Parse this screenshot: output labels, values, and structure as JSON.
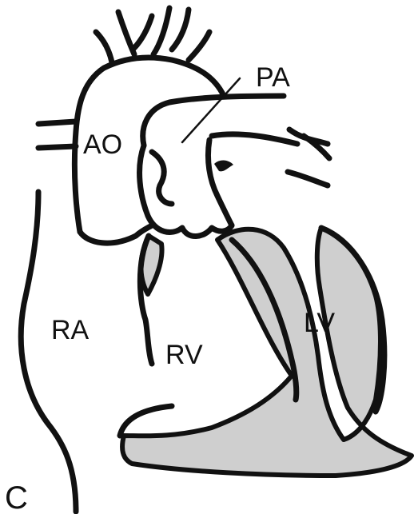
{
  "panel_label": "C",
  "labels": {
    "ao": "AO",
    "pa": "PA",
    "ra": "RA",
    "rv": "RV",
    "lv": "LV"
  },
  "colors": {
    "outline": "#111111",
    "shaded_region": "#cfcfcf",
    "background": "#ffffff"
  }
}
